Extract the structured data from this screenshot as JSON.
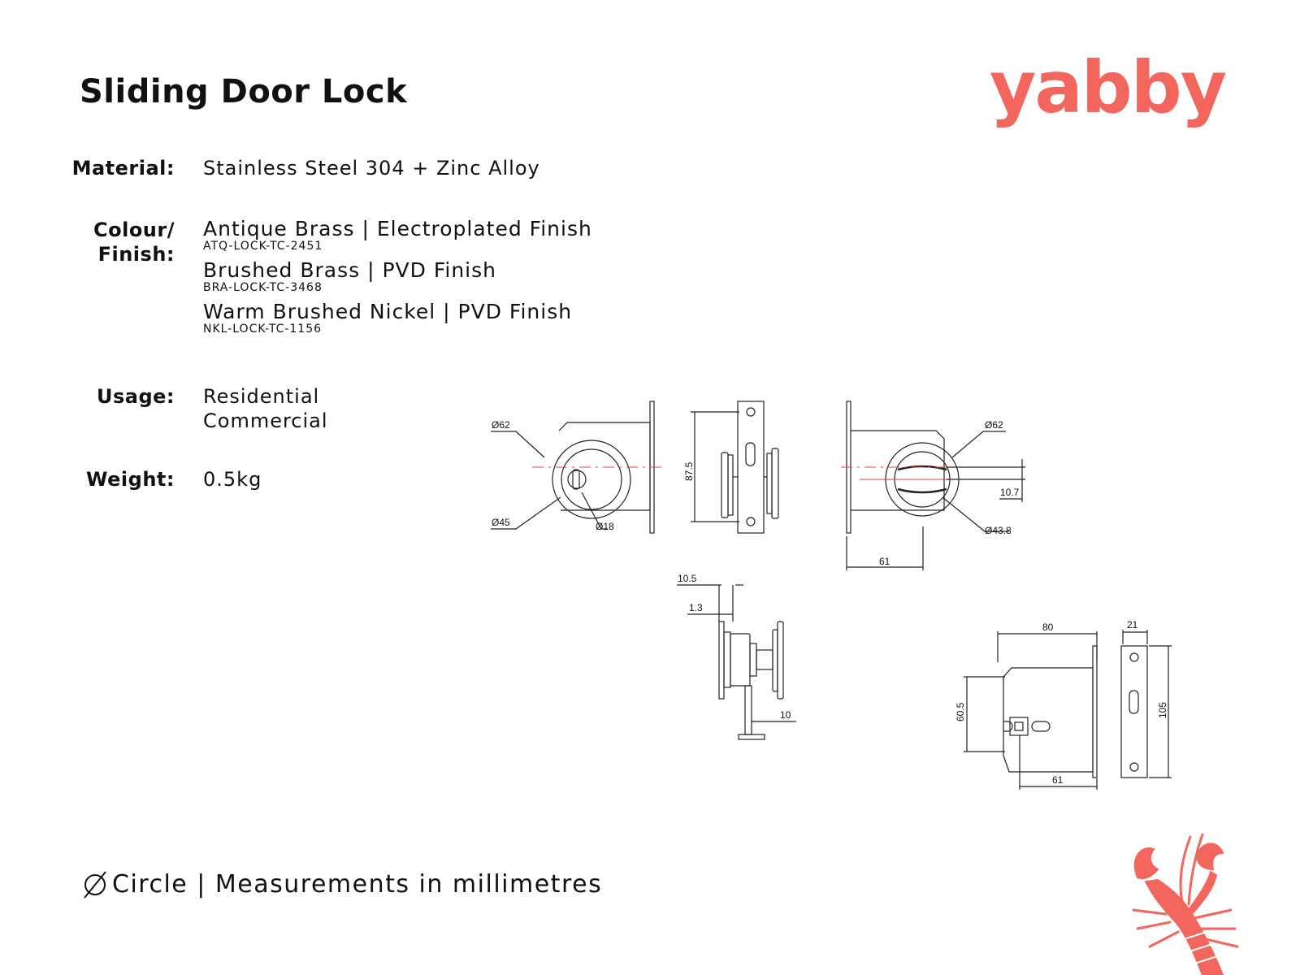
{
  "title": "Sliding Door Lock",
  "brand": {
    "name": "yabby",
    "color": "#f2665e"
  },
  "specs": {
    "material": {
      "label": "Material:",
      "value": "Stainless Steel 304 + Zinc Alloy"
    },
    "finish": {
      "label": "Colour/\nFinish:",
      "items": [
        {
          "name": "Antique Brass | Electroplated Finish",
          "code": "ATQ-LOCK-TC-2451"
        },
        {
          "name": "Brushed Brass | PVD Finish",
          "code": "BRA-LOCK-TC-3468"
        },
        {
          "name": "Warm Brushed Nickel | PVD Finish",
          "code": "NKL-LOCK-TC-1156"
        }
      ]
    },
    "usage": {
      "label": "Usage:",
      "values": [
        "Residential",
        "Commercial"
      ]
    },
    "weight": {
      "label": "Weight:",
      "value": "0.5kg"
    }
  },
  "footer": {
    "text": "Circle | Measurements in millimetres"
  },
  "dimensions": {
    "front_outer_dia": "Ø62",
    "front_inner_dia": "Ø45",
    "front_knob_dia": "Ø18",
    "side_height": "87.5",
    "back_outer_dia": "Ø62",
    "back_inner_dia": "Ø43.8",
    "back_offset": "10.7",
    "back_depth": "61",
    "top_offset_a": "10.5",
    "top_offset_b": "1.3",
    "spindle": "10",
    "body_width": "80",
    "plate_width": "21",
    "body_height": "60.5",
    "backset": "61",
    "plate_height": "105"
  }
}
